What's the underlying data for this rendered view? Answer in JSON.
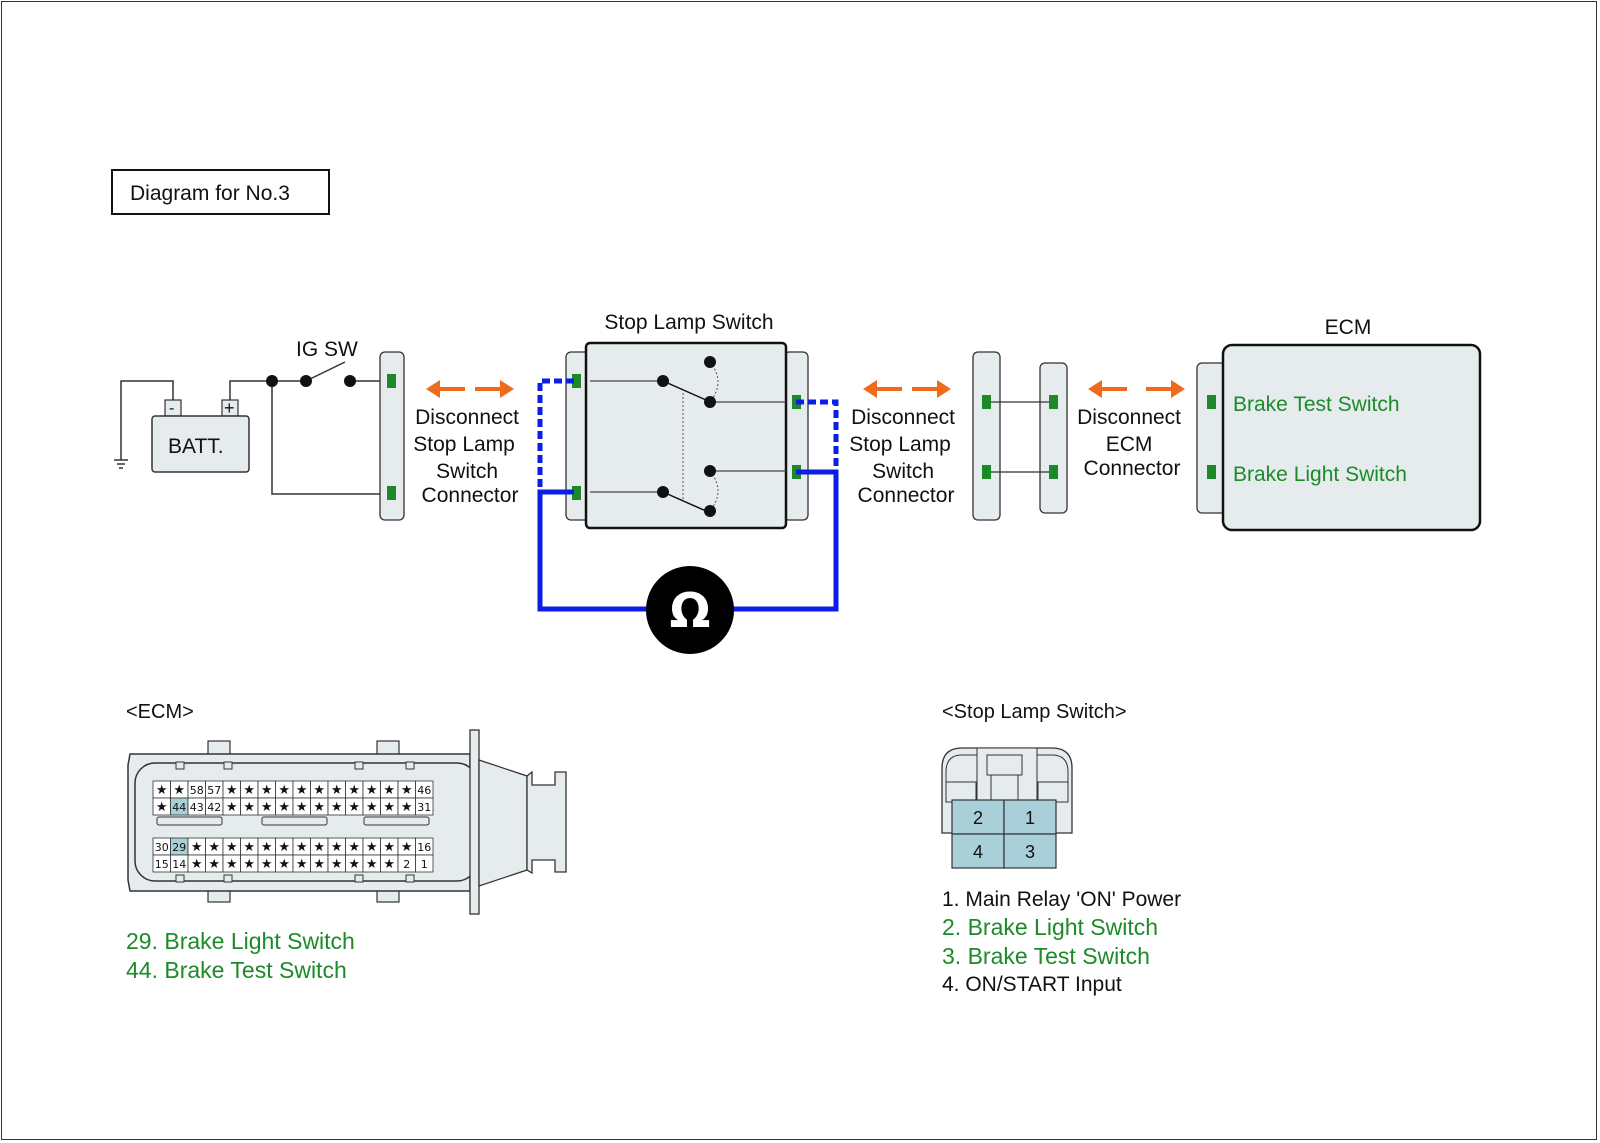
{
  "title": "Diagram for No.3",
  "labels": {
    "ig_sw": "IG SW",
    "battery": "BATT.",
    "battery_neg": "-",
    "battery_pos": "+",
    "stop_lamp_switch": "Stop Lamp Switch",
    "ecm": "ECM",
    "disconnect_stop_lamp_1": [
      "Disconnect",
      "Stop Lamp",
      "Switch",
      "Connector"
    ],
    "disconnect_stop_lamp_2": [
      "Disconnect",
      "Stop Lamp",
      "Switch",
      "Connector"
    ],
    "disconnect_ecm": [
      "Disconnect",
      "ECM",
      "Connector"
    ],
    "ecm_pin_brake_test": "Brake Test Switch",
    "ecm_pin_brake_light": "Brake Light Switch",
    "ohmmeter": "Ω"
  },
  "colors": {
    "wire_blue": "#0a1ee6",
    "arrow_orange": "#f06a1e",
    "pin_green": "#1d8a2a",
    "text_green": "#1d8a2a",
    "panel_fill": "#e6ecee",
    "pin_highlight": "#a9cfd8"
  },
  "ecm_connector": {
    "heading": "<ECM>",
    "rows": [
      [
        "★",
        "★",
        "58",
        "57",
        "★",
        "★",
        "★",
        "★",
        "★",
        "★",
        "★",
        "★",
        "★",
        "★",
        "★",
        "46"
      ],
      [
        "★",
        "44",
        "43",
        "42",
        "★",
        "★",
        "★",
        "★",
        "★",
        "★",
        "★",
        "★",
        "★",
        "★",
        "★",
        "31"
      ],
      [
        "30",
        "29",
        "★",
        "★",
        "★",
        "★",
        "★",
        "★",
        "★",
        "★",
        "★",
        "★",
        "★",
        "★",
        "★",
        "16"
      ],
      [
        "15",
        "14",
        "★",
        "★",
        "★",
        "★",
        "★",
        "★",
        "★",
        "★",
        "★",
        "★",
        "★",
        "★",
        "2",
        "1"
      ]
    ],
    "highlighted": [
      "44",
      "29"
    ],
    "legend": [
      {
        "text": "29. Brake Light Switch",
        "highlight": true
      },
      {
        "text": "44. Brake Test Switch",
        "highlight": true
      }
    ]
  },
  "stop_lamp_connector": {
    "heading": "<Stop Lamp Switch>",
    "pins": [
      [
        "2",
        "1"
      ],
      [
        "4",
        "3"
      ]
    ],
    "legend": [
      {
        "text": "1. Main Relay 'ON' Power",
        "highlight": false
      },
      {
        "text": "2. Brake Light Switch",
        "highlight": true
      },
      {
        "text": "3. Brake Test Switch",
        "highlight": true
      },
      {
        "text": "4. ON/START Input",
        "highlight": false
      }
    ]
  }
}
